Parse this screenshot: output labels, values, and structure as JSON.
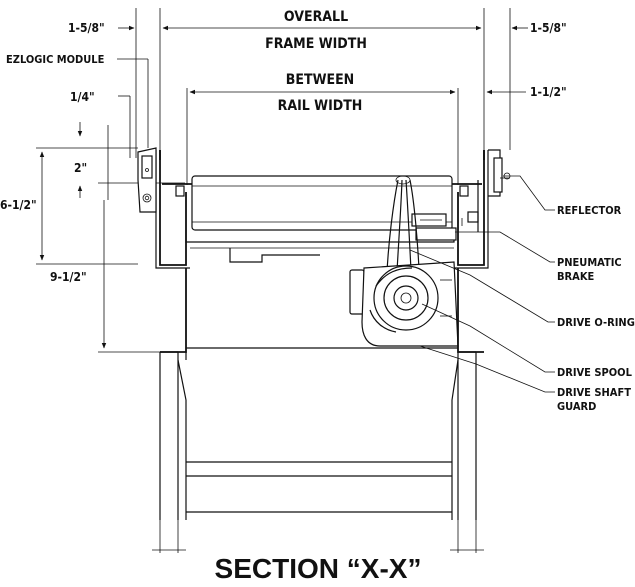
{
  "dimensions": {
    "left_offset": "1-5/8\"",
    "right_offset": "1-5/8\"",
    "overall_frame_width_line1": "OVERALL",
    "overall_frame_width_line2": "FRAME WIDTH",
    "between_rail_width_line1": "BETWEEN",
    "between_rail_width_line2": "RAIL WIDTH",
    "right_rail_offset": "1-1/2\"",
    "quarter_inch": "1/4\"",
    "two_inch": "2\"",
    "six_half": "6-1/2\"",
    "nine_half": "9-1/2\""
  },
  "callouts": {
    "ezlogic_module": "EZLOGIC MODULE",
    "reflector": "REFLECTOR",
    "pneumatic_brake_line1": "PNEUMATIC",
    "pneumatic_brake_line2": "BRAKE",
    "drive_oring": "DRIVE O-RING",
    "drive_spool": "DRIVE SPOOL",
    "drive_shaft_guard_line1": "DRIVE SHAFT",
    "drive_shaft_guard_line2": "GUARD"
  },
  "title": "SECTION “X-X”"
}
